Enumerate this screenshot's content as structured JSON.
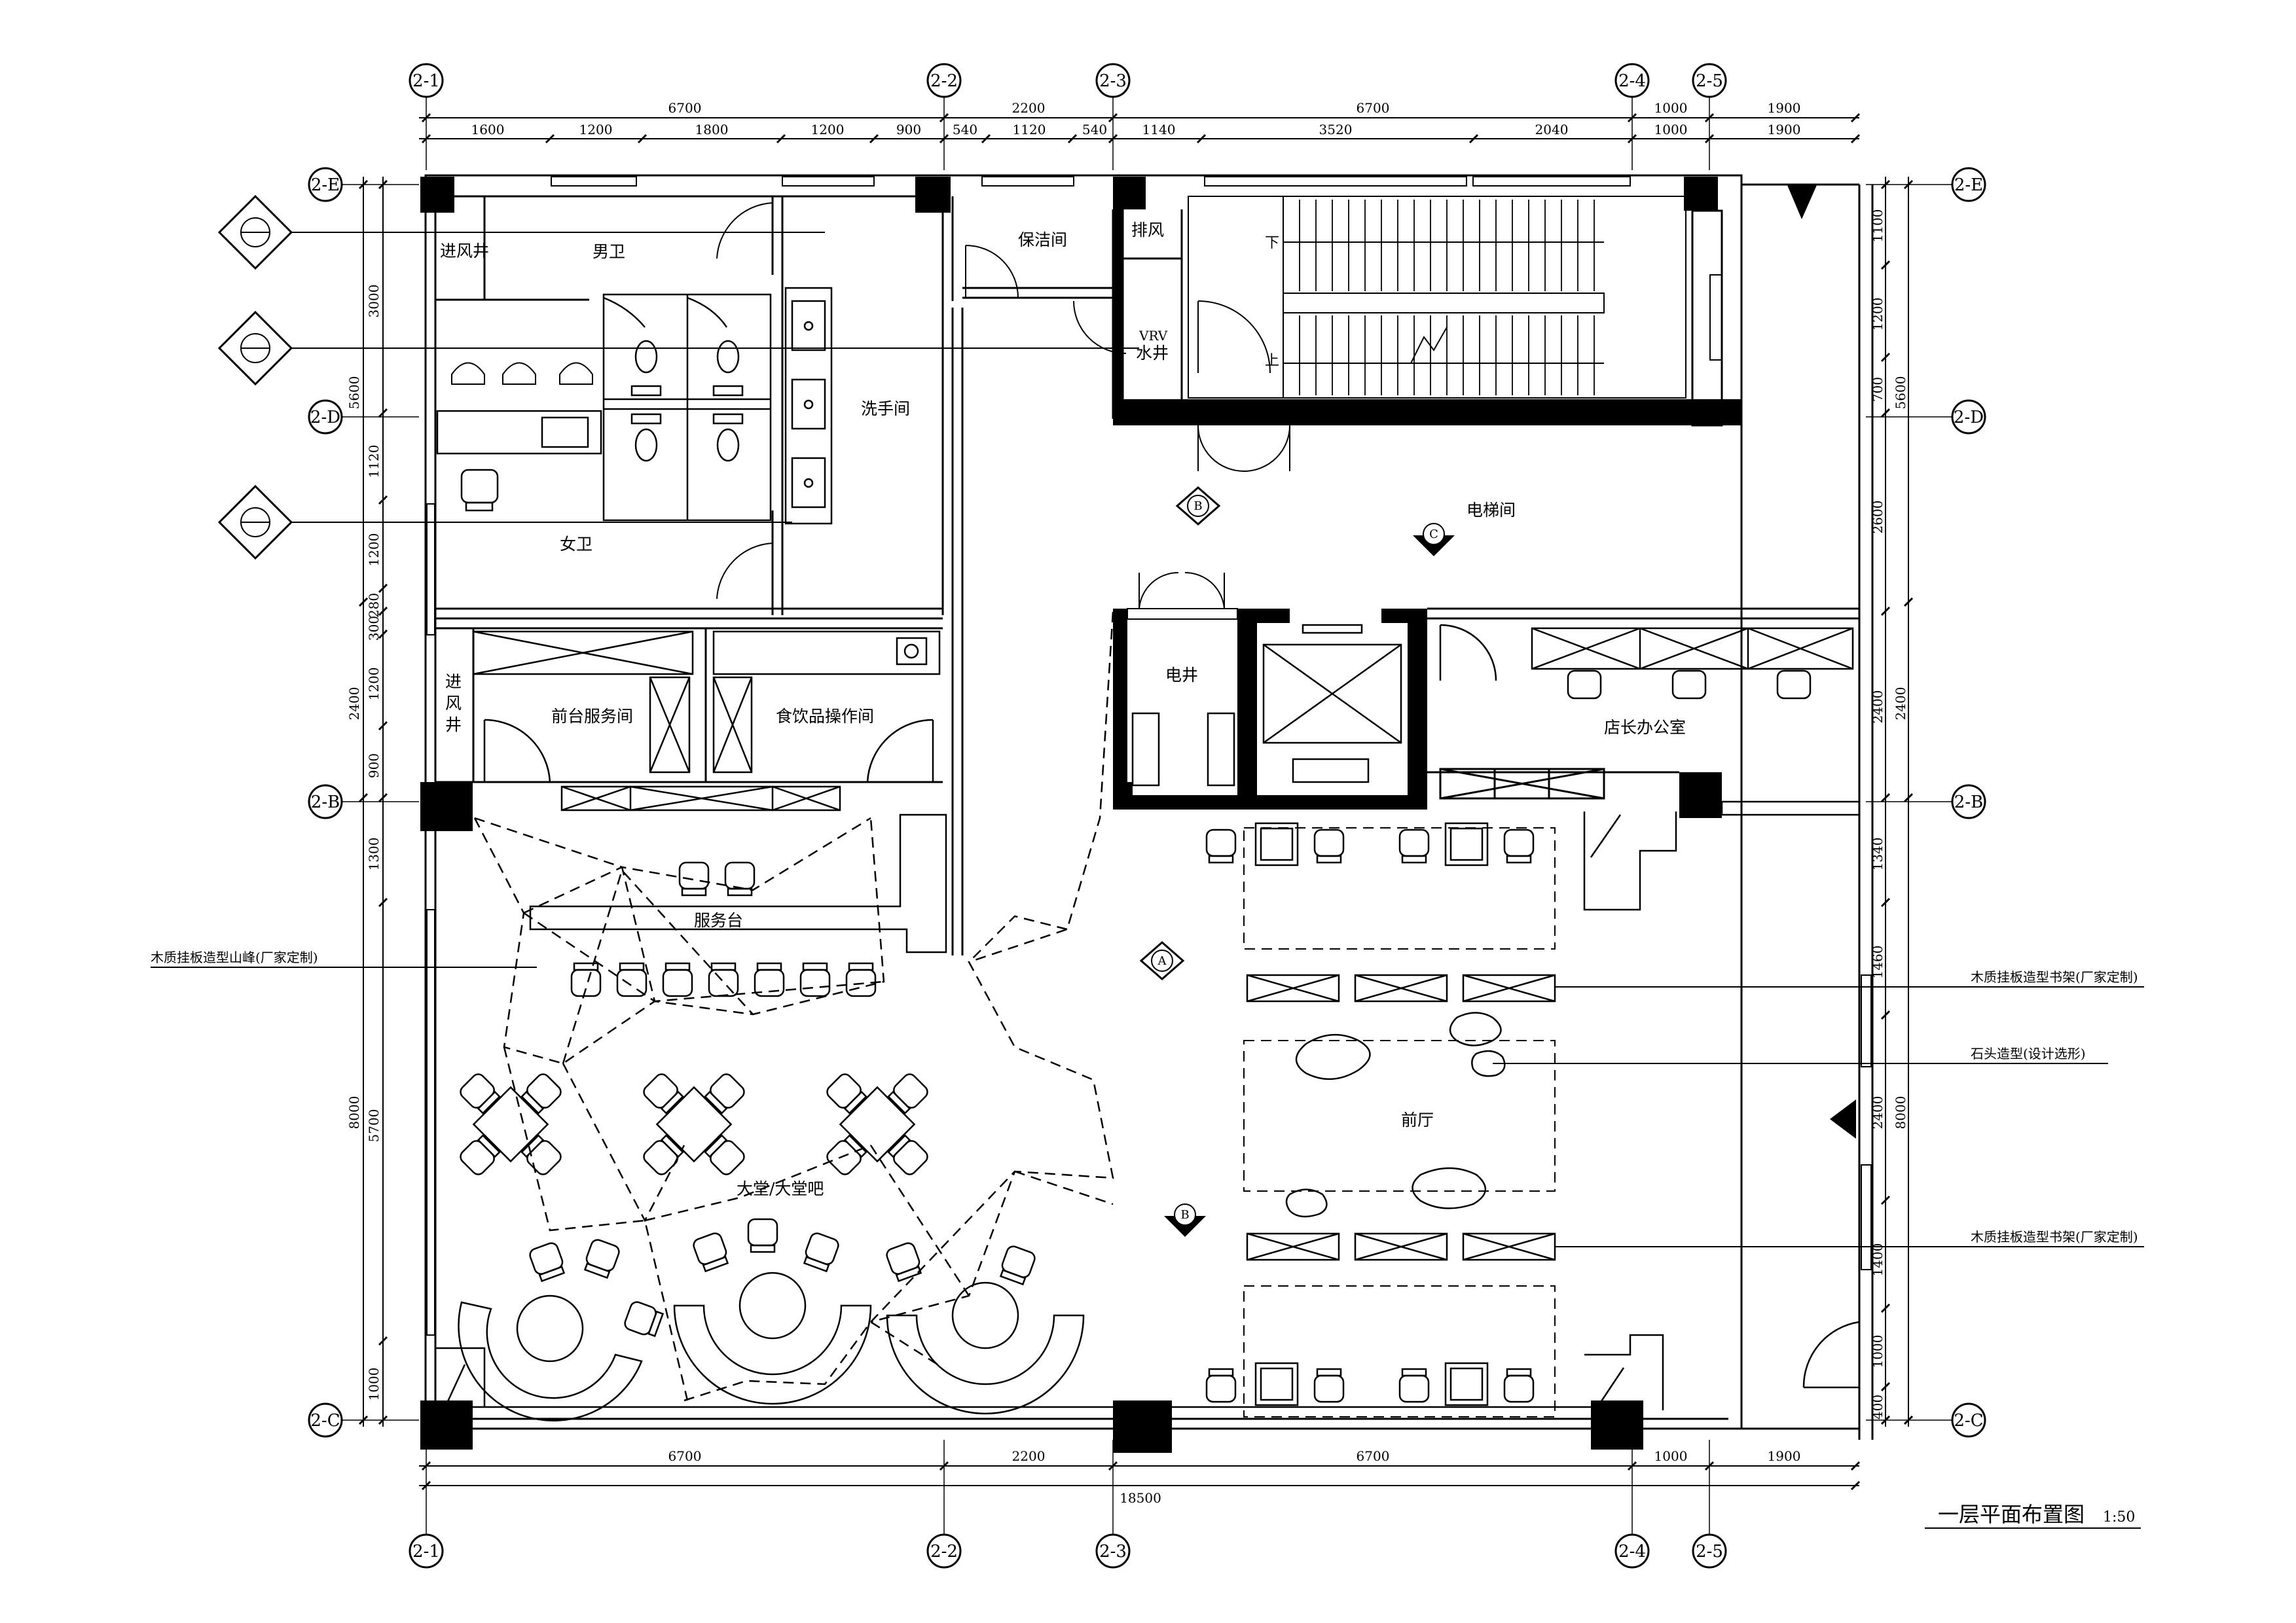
{
  "title": "一层平面布置图",
  "scale": "1:50",
  "axes": {
    "top": [
      "2-1",
      "2-2",
      "2-3",
      "2-4",
      "2-5"
    ],
    "left": [
      "2-E",
      "2-D",
      "2-B",
      "2-C"
    ]
  },
  "dims": {
    "top_outer": [
      "6700",
      "2200",
      "6700",
      "1000",
      "1900"
    ],
    "top_inner": [
      "1600",
      "1200",
      "1800",
      "1200",
      "900",
      "540",
      "1120",
      "540",
      "1140",
      "3520",
      "2040",
      "1000",
      "1900"
    ],
    "bottom_inner": [
      "6700",
      "2200",
      "6700",
      "1000",
      "1900"
    ],
    "bottom_total": "18500",
    "left_outer": [
      "5600",
      "2400",
      "8000"
    ],
    "left_inner": [
      "3000",
      "1120",
      "1200",
      "280",
      "300",
      "1200",
      "900",
      "1300",
      "5700",
      "1000"
    ],
    "right_outer": [
      "5600",
      "2400",
      "8000"
    ],
    "right_inner": [
      "1100",
      "1200",
      "700",
      "2600",
      "2400",
      "1340",
      "1460",
      "2400",
      "1400",
      "1000",
      "400"
    ]
  },
  "rooms": {
    "jinfengjing_top": "进风井",
    "men_wc": "男卫",
    "women_wc": "女卫",
    "washroom": "洗手间",
    "cleaning": "保洁间",
    "exhaust": "排风",
    "vrv": "VRV",
    "water_shaft": "水井",
    "stair_down": "下",
    "stair_up": "上",
    "elevator_hall": "电梯间",
    "jinfeng_1": "进",
    "jinfeng_2": "风",
    "jinfeng_3": "井",
    "front_service": "前台服务间",
    "food_prep": "食饮品操作间",
    "electric_shaft": "电井",
    "manager_office": "店长办公室",
    "service_counter": "服务台",
    "lobby_bar": "大堂/大堂吧",
    "front_hall": "前厅"
  },
  "callouts": {
    "mountain_panel": "木质挂板造型山峰(厂家定制)",
    "bookshelf_1": "木质挂板造型书架(厂家定制)",
    "stone": "石头造型(设计选形)",
    "bookshelf_2": "木质挂板造型书架(厂家定制)"
  },
  "index_marks": {
    "b12": "B",
    "c10": "C",
    "a09": "A"
  }
}
